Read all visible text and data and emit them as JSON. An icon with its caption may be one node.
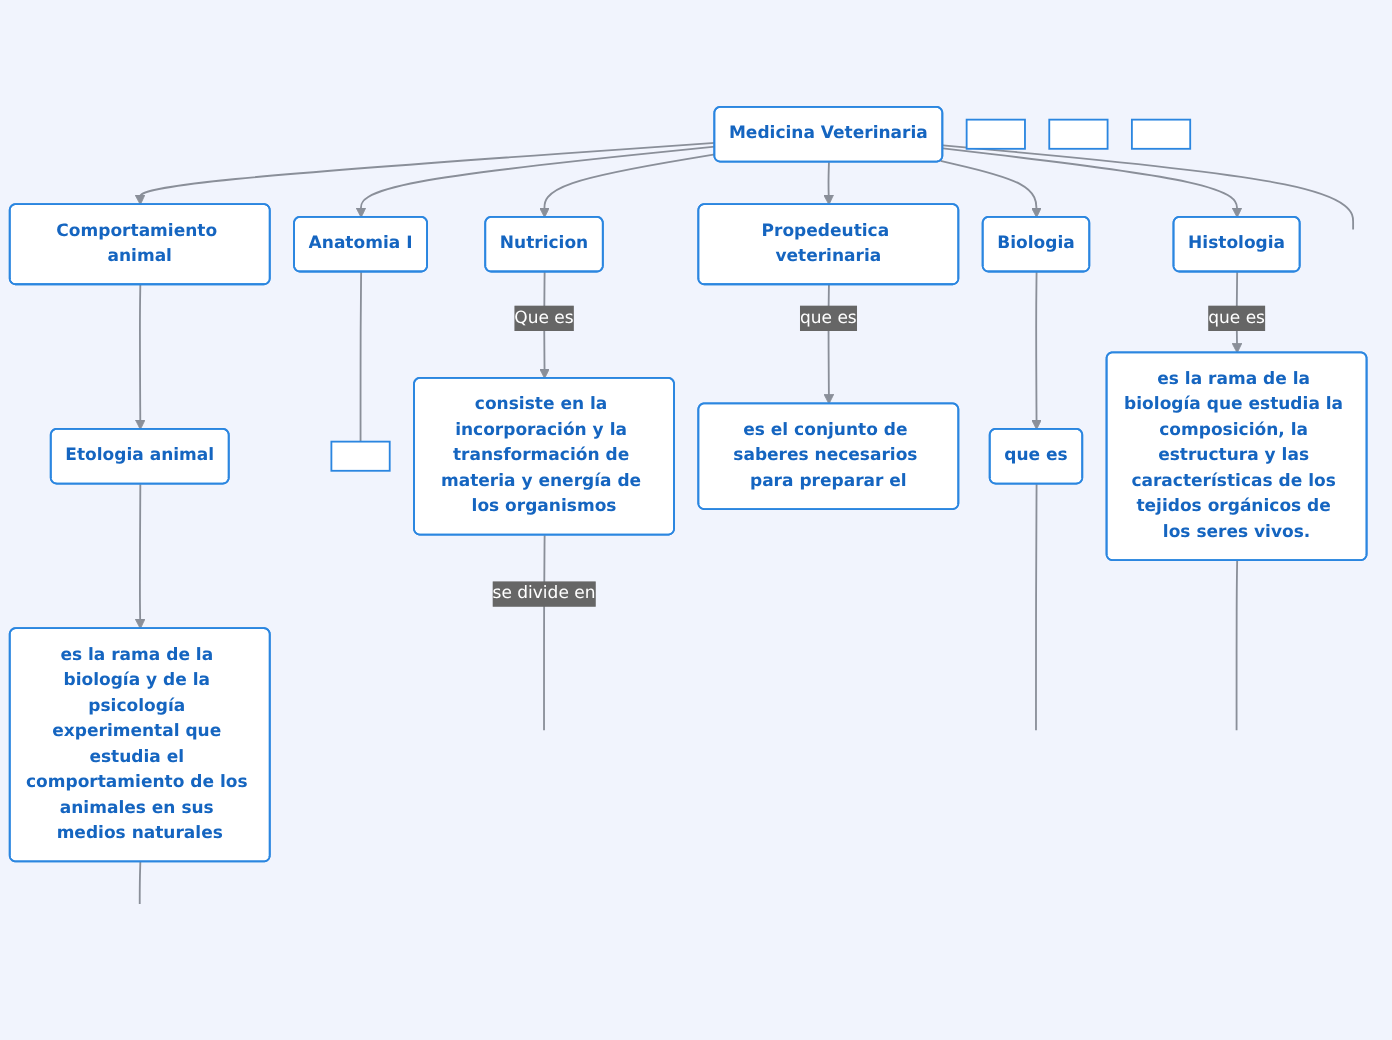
{
  "diagram": {
    "nodes": [
      {
        "text": [
          "Medicina Veterinaria"
        ]
      },
      {
        "text": [
          "Anatomia I"
        ]
      },
      {
        "text": [
          "Propedeutica veterinaria"
        ]
      },
      {
        "text": [
          "Biologia"
        ]
      },
      {
        "text": [
          "Histologia"
        ]
      },
      {
        "text": [
          "Nutricion"
        ]
      },
      {
        "text": [
          "Comportamiento animal"
        ]
      },
      {
        "text": [
          "Etologia animal"
        ]
      },
      {
        "text": [],
        "shape": "box"
      },
      {
        "text": [],
        "shape": "box"
      },
      {
        "text": [
          "que es"
        ]
      },
      {
        "text": [
          "es el conjunto de saberes necesarios para preparar el"
        ]
      },
      {
        "text": [
          "es la rama de la biología que estudia la composición, la estructura y las características de los tejidos orgánicos de los seres vivos."
        ]
      },
      {
        "text": [
          "consiste en la incorporación y la transformación de materia y energía de los organismos"
        ]
      },
      {
        "text": [
          "es la rama de la biología y de la psicología experimental que estudia el comportamiento de los animales en sus medios naturales"
        ]
      },
      {
        "text": [],
        "shape": "box"
      },
      {
        "text": [],
        "shape": "box"
      }
    ],
    "edges": [
      {
        "from": 0,
        "to": 1,
        "arrow": "to"
      },
      {
        "from": 0,
        "to": 2,
        "arrow": "to"
      },
      {
        "from": 0,
        "to": 3,
        "arrow": "to"
      },
      {
        "from": 0,
        "to": 4,
        "arrow": "to"
      },
      {
        "from": 0,
        "to": 5,
        "arrow": "to"
      },
      {
        "from": 0,
        "to": 6,
        "arrow": "to"
      },
      {
        "from": 0,
        "to": null,
        "arrow": "none"
      },
      {
        "from": 1,
        "to": 8,
        "arrow": "none"
      },
      {
        "from": 2,
        "to": 11,
        "arrow": "to",
        "label": "que es"
      },
      {
        "from": 3,
        "to": 10,
        "arrow": "to"
      },
      {
        "from": 4,
        "to": 12,
        "arrow": "to",
        "label": "que es"
      },
      {
        "from": 5,
        "to": 13,
        "arrow": "to",
        "label": "Que es"
      },
      {
        "from": 6,
        "to": 7,
        "arrow": "to"
      },
      {
        "from": 7,
        "to": 14,
        "arrow": "to"
      },
      {
        "from": 13,
        "to": null,
        "arrow": "none",
        "label": "se divide en"
      },
      {
        "from": 10,
        "to": null,
        "arrow": "none"
      },
      {
        "from": 12,
        "to": null,
        "arrow": "none"
      },
      {
        "from": 14,
        "to": null,
        "arrow": "none"
      }
    ]
  }
}
